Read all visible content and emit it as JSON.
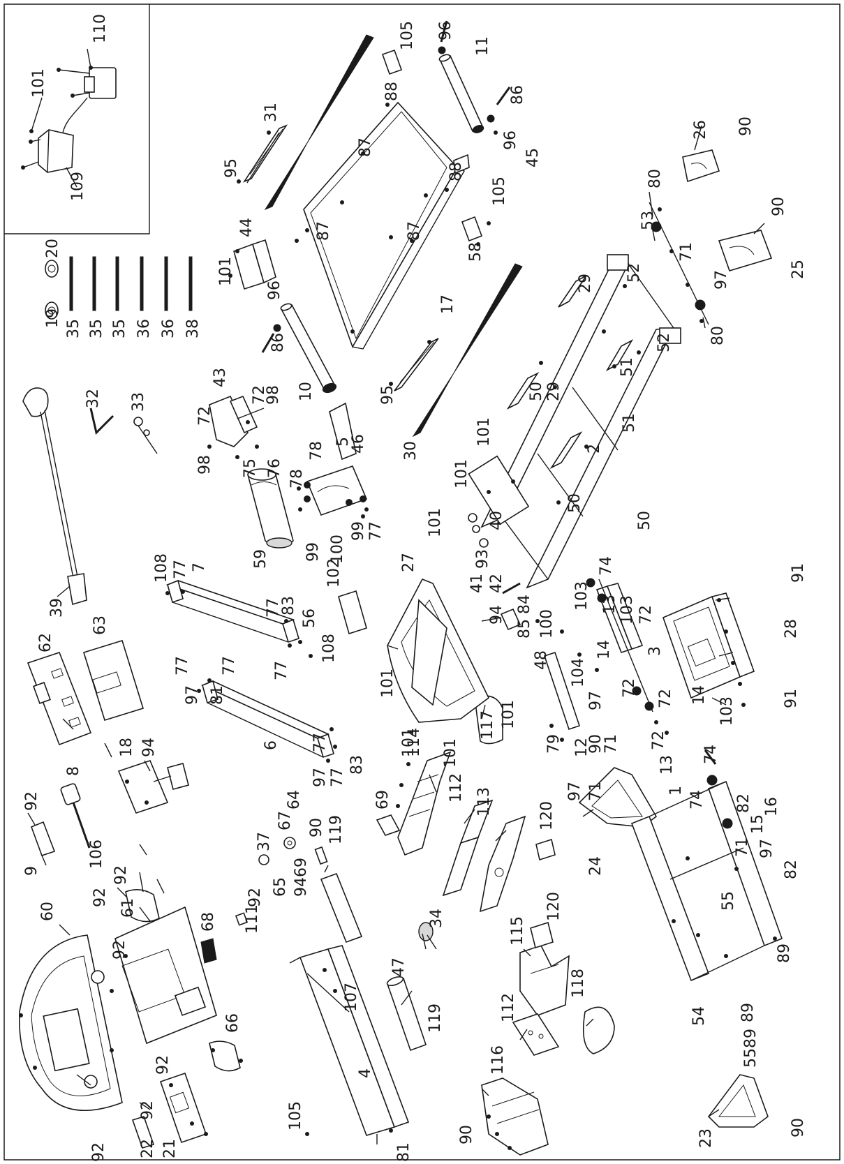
{
  "diagram": {
    "callouts": [
      {
        "id": "c-110",
        "text": "110"
      },
      {
        "id": "c-101a",
        "text": "101"
      },
      {
        "id": "c-109",
        "text": "109"
      },
      {
        "id": "c-19",
        "text": "19"
      },
      {
        "id": "c-20",
        "text": "20"
      },
      {
        "id": "c-35a",
        "text": "35"
      },
      {
        "id": "c-35b",
        "text": "35"
      },
      {
        "id": "c-35c",
        "text": "35"
      },
      {
        "id": "c-36a",
        "text": "36"
      },
      {
        "id": "c-36b",
        "text": "36"
      },
      {
        "id": "c-38",
        "text": "38"
      },
      {
        "id": "c-39",
        "text": "39"
      },
      {
        "id": "c-32",
        "text": "32"
      },
      {
        "id": "c-33",
        "text": "33"
      },
      {
        "id": "c-62",
        "text": "62"
      },
      {
        "id": "c-63",
        "text": "63"
      },
      {
        "id": "c-92a",
        "text": "92"
      },
      {
        "id": "c-9",
        "text": "9"
      },
      {
        "id": "c-8",
        "text": "8"
      },
      {
        "id": "c-106",
        "text": "106"
      },
      {
        "id": "c-18",
        "text": "18"
      },
      {
        "id": "c-94a",
        "text": "94"
      },
      {
        "id": "c-92b",
        "text": "92"
      },
      {
        "id": "c-68",
        "text": "68"
      },
      {
        "id": "c-60",
        "text": "60"
      },
      {
        "id": "c-61",
        "text": "61"
      },
      {
        "id": "c-92c",
        "text": "92"
      },
      {
        "id": "c-92d",
        "text": "92"
      },
      {
        "id": "c-92e",
        "text": "92"
      },
      {
        "id": "c-66",
        "text": "66"
      },
      {
        "id": "c-92f",
        "text": "92"
      },
      {
        "id": "c-92g",
        "text": "92"
      },
      {
        "id": "c-22",
        "text": "22"
      },
      {
        "id": "c-21",
        "text": "21"
      },
      {
        "id": "c-111",
        "text": "111"
      },
      {
        "id": "c-37",
        "text": "37"
      },
      {
        "id": "c-67",
        "text": "67"
      },
      {
        "id": "c-64",
        "text": "64"
      },
      {
        "id": "c-65",
        "text": "65"
      },
      {
        "id": "c-9469",
        "text": "9469"
      },
      {
        "id": "c-90a",
        "text": "90"
      },
      {
        "id": "c-119a",
        "text": "119"
      },
      {
        "id": "c-107",
        "text": "107"
      },
      {
        "id": "c-92h",
        "text": "92"
      },
      {
        "id": "c-105a",
        "text": "105"
      },
      {
        "id": "c-4",
        "text": "4"
      },
      {
        "id": "c-81a",
        "text": "81"
      },
      {
        "id": "c-47",
        "text": "47"
      },
      {
        "id": "c-34",
        "text": "34"
      },
      {
        "id": "c-69",
        "text": "69"
      },
      {
        "id": "c-119b",
        "text": "119"
      },
      {
        "id": "c-90b",
        "text": "90"
      },
      {
        "id": "c-116",
        "text": "116"
      },
      {
        "id": "c-114",
        "text": "114"
      },
      {
        "id": "c-112a",
        "text": "112"
      },
      {
        "id": "c-113",
        "text": "113"
      },
      {
        "id": "c-112b",
        "text": "112"
      },
      {
        "id": "c-115",
        "text": "115"
      },
      {
        "id": "c-120a",
        "text": "120"
      },
      {
        "id": "c-120b",
        "text": "120"
      },
      {
        "id": "c-118",
        "text": "118"
      },
      {
        "id": "c-117",
        "text": "117"
      },
      {
        "id": "c-108a",
        "text": "108"
      },
      {
        "id": "c-77a",
        "text": "77"
      },
      {
        "id": "c-7",
        "text": "7"
      },
      {
        "id": "c-77b",
        "text": "77"
      },
      {
        "id": "c-83a",
        "text": "83"
      },
      {
        "id": "c-56",
        "text": "56"
      },
      {
        "id": "c-108b",
        "text": "108"
      },
      {
        "id": "c-77c",
        "text": "77"
      },
      {
        "id": "c-77d",
        "text": "77"
      },
      {
        "id": "c-77e",
        "text": "77"
      },
      {
        "id": "c-97a",
        "text": "97"
      },
      {
        "id": "c-81b",
        "text": "81"
      },
      {
        "id": "c-6",
        "text": "6"
      },
      {
        "id": "c-77f",
        "text": "77"
      },
      {
        "id": "c-97b",
        "text": "97"
      },
      {
        "id": "c-77g",
        "text": "77"
      },
      {
        "id": "c-83b",
        "text": "83"
      },
      {
        "id": "c-59",
        "text": "59"
      },
      {
        "id": "c-102",
        "text": "102"
      },
      {
        "id": "c-43",
        "text": "43"
      },
      {
        "id": "c-72a",
        "text": "72"
      },
      {
        "id": "c-98a",
        "text": "98"
      },
      {
        "id": "c-72b",
        "text": "72"
      },
      {
        "id": "c-98b",
        "text": "98"
      },
      {
        "id": "c-75",
        "text": "75"
      },
      {
        "id": "c-76",
        "text": "76"
      },
      {
        "id": "c-78a",
        "text": "78"
      },
      {
        "id": "c-78b",
        "text": "78"
      },
      {
        "id": "c-5",
        "text": "5"
      },
      {
        "id": "c-99a",
        "text": "99"
      },
      {
        "id": "c-100a",
        "text": "100"
      },
      {
        "id": "c-99b",
        "text": "99"
      },
      {
        "id": "c-77h",
        "text": "77"
      },
      {
        "id": "c-101b",
        "text": "101"
      },
      {
        "id": "c-44",
        "text": "44"
      },
      {
        "id": "c-95a",
        "text": "95"
      },
      {
        "id": "c-31",
        "text": "31"
      },
      {
        "id": "c-96a",
        "text": "96"
      },
      {
        "id": "c-86a",
        "text": "86"
      },
      {
        "id": "c-10",
        "text": "10"
      },
      {
        "id": "c-46",
        "text": "46"
      },
      {
        "id": "c-95b",
        "text": "95"
      },
      {
        "id": "c-30",
        "text": "30"
      },
      {
        "id": "c-87a",
        "text": "87"
      },
      {
        "id": "c-87b",
        "text": "87"
      },
      {
        "id": "c-87c",
        "text": "87"
      },
      {
        "id": "c-88a",
        "text": "88"
      },
      {
        "id": "c-88b",
        "text": "88"
      },
      {
        "id": "c-17",
        "text": "17"
      },
      {
        "id": "c-105b",
        "text": "105"
      },
      {
        "id": "c-96b",
        "text": "96"
      },
      {
        "id": "c-11",
        "text": "11"
      },
      {
        "id": "c-86b",
        "text": "86"
      },
      {
        "id": "c-96c",
        "text": "96"
      },
      {
        "id": "c-45",
        "text": "45"
      },
      {
        "id": "c-105c",
        "text": "105"
      },
      {
        "id": "c-58",
        "text": "58"
      },
      {
        "id": "c-27",
        "text": "27"
      },
      {
        "id": "c-101c",
        "text": "101"
      },
      {
        "id": "c-101d",
        "text": "101"
      },
      {
        "id": "c-101e",
        "text": "101"
      },
      {
        "id": "c-101f",
        "text": "101"
      },
      {
        "id": "c-101g",
        "text": "101"
      },
      {
        "id": "c-94b",
        "text": "94"
      },
      {
        "id": "c-48",
        "text": "48"
      },
      {
        "id": "c-101h",
        "text": "101"
      },
      {
        "id": "c-101i",
        "text": "101"
      },
      {
        "id": "c-40",
        "text": "40"
      },
      {
        "id": "c-93",
        "text": "93"
      },
      {
        "id": "c-41",
        "text": "41"
      },
      {
        "id": "c-42",
        "text": "42"
      },
      {
        "id": "c-84",
        "text": "84"
      },
      {
        "id": "c-85",
        "text": "85"
      },
      {
        "id": "c-100b",
        "text": "100"
      },
      {
        "id": "c-50a",
        "text": "50"
      },
      {
        "id": "c-50b",
        "text": "50"
      },
      {
        "id": "c-50c",
        "text": "50"
      },
      {
        "id": "c-2",
        "text": "2"
      },
      {
        "id": "c-29a",
        "text": "29"
      },
      {
        "id": "c-29b",
        "text": "29"
      },
      {
        "id": "c-51a",
        "text": "51"
      },
      {
        "id": "c-51b",
        "text": "51"
      },
      {
        "id": "c-52a",
        "text": "52"
      },
      {
        "id": "c-52b",
        "text": "52"
      },
      {
        "id": "c-74a",
        "text": "74"
      },
      {
        "id": "c-13a",
        "text": "13"
      },
      {
        "id": "c-103a",
        "text": "103"
      },
      {
        "id": "c-103b",
        "text": "103"
      },
      {
        "id": "c-72c",
        "text": "72"
      },
      {
        "id": "c-3",
        "text": "3"
      },
      {
        "id": "c-14a",
        "text": "14"
      },
      {
        "id": "c-72d",
        "text": "72"
      },
      {
        "id": "c-104",
        "text": "104"
      },
      {
        "id": "c-97c",
        "text": "97"
      },
      {
        "id": "c-72e",
        "text": "72"
      },
      {
        "id": "c-14b",
        "text": "14"
      },
      {
        "id": "c-103c",
        "text": "103"
      },
      {
        "id": "c-72f",
        "text": "72"
      },
      {
        "id": "c-71a",
        "text": "71"
      },
      {
        "id": "c-12",
        "text": "12"
      },
      {
        "id": "c-79",
        "text": "79"
      },
      {
        "id": "c-13b",
        "text": "13"
      },
      {
        "id": "c-74b",
        "text": "74"
      },
      {
        "id": "c-74c",
        "text": "74"
      },
      {
        "id": "c-97d",
        "text": "97"
      },
      {
        "id": "c-71b",
        "text": "71"
      },
      {
        "id": "c-90c",
        "text": "90"
      },
      {
        "id": "c-24",
        "text": "24"
      },
      {
        "id": "c-82a",
        "text": "82"
      },
      {
        "id": "c-16",
        "text": "16"
      },
      {
        "id": "c-15",
        "text": "15"
      },
      {
        "id": "c-71c",
        "text": "71"
      },
      {
        "id": "c-97e",
        "text": "97"
      },
      {
        "id": "c-82b",
        "text": "82"
      },
      {
        "id": "c-1",
        "text": "1"
      },
      {
        "id": "c-55a",
        "text": "55"
      },
      {
        "id": "c-89a",
        "text": "89"
      },
      {
        "id": "c-54",
        "text": "54"
      },
      {
        "id": "c-89b",
        "text": "89"
      },
      {
        "id": "c-5589",
        "text": "5589"
      },
      {
        "id": "c-23",
        "text": "23"
      },
      {
        "id": "c-90d",
        "text": "90"
      },
      {
        "id": "c-91a",
        "text": "91"
      },
      {
        "id": "c-28",
        "text": "28"
      },
      {
        "id": "c-91b",
        "text": "91"
      },
      {
        "id": "c-26",
        "text": "26"
      },
      {
        "id": "c-90e",
        "text": "90"
      },
      {
        "id": "c-25",
        "text": "25"
      },
      {
        "id": "c-90f",
        "text": "90"
      },
      {
        "id": "c-80a",
        "text": "80"
      },
      {
        "id": "c-53",
        "text": "53"
      },
      {
        "id": "c-71d",
        "text": "71"
      },
      {
        "id": "c-97f",
        "text": "97"
      },
      {
        "id": "c-80b",
        "text": "80"
      }
    ]
  }
}
